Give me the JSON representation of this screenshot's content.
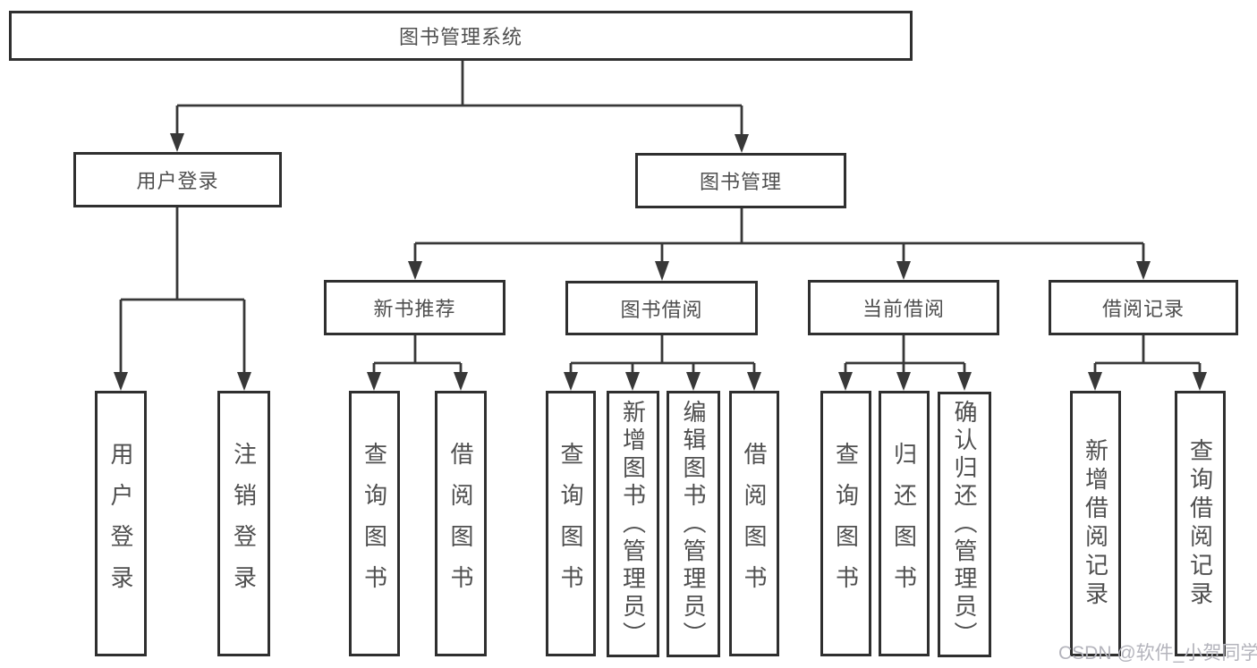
{
  "diagram_type": "functional-structure-tree",
  "colors": {
    "line": "#383838",
    "box_border": "#2f2f2f",
    "text": "#4f4f4f",
    "background": "#ffffff",
    "watermark": "#b4b4bc"
  },
  "watermark": {
    "text": "CSDN @软件_小贺同学"
  },
  "tree": {
    "label": "图书管理系统",
    "children": [
      {
        "label": "用户登录",
        "children": [
          {
            "label": "用户登录"
          },
          {
            "label": "注销登录"
          }
        ]
      },
      {
        "label": "图书管理",
        "children": [
          {
            "label": "新书推荐",
            "children": [
              {
                "label": "查询图书"
              },
              {
                "label": "借阅图书"
              }
            ]
          },
          {
            "label": "图书借阅",
            "children": [
              {
                "label": "查询图书"
              },
              {
                "label": "新增图书（管理员）"
              },
              {
                "label": "编辑图书（管理员）"
              },
              {
                "label": "借阅图书"
              }
            ]
          },
          {
            "label": "当前借阅",
            "children": [
              {
                "label": "查询图书"
              },
              {
                "label": "归还图书"
              },
              {
                "label": "确认归还（管理员）"
              }
            ]
          },
          {
            "label": "借阅记录",
            "children": [
              {
                "label": "新增借阅记录"
              },
              {
                "label": "查询借阅记录"
              }
            ]
          }
        ]
      }
    ]
  }
}
